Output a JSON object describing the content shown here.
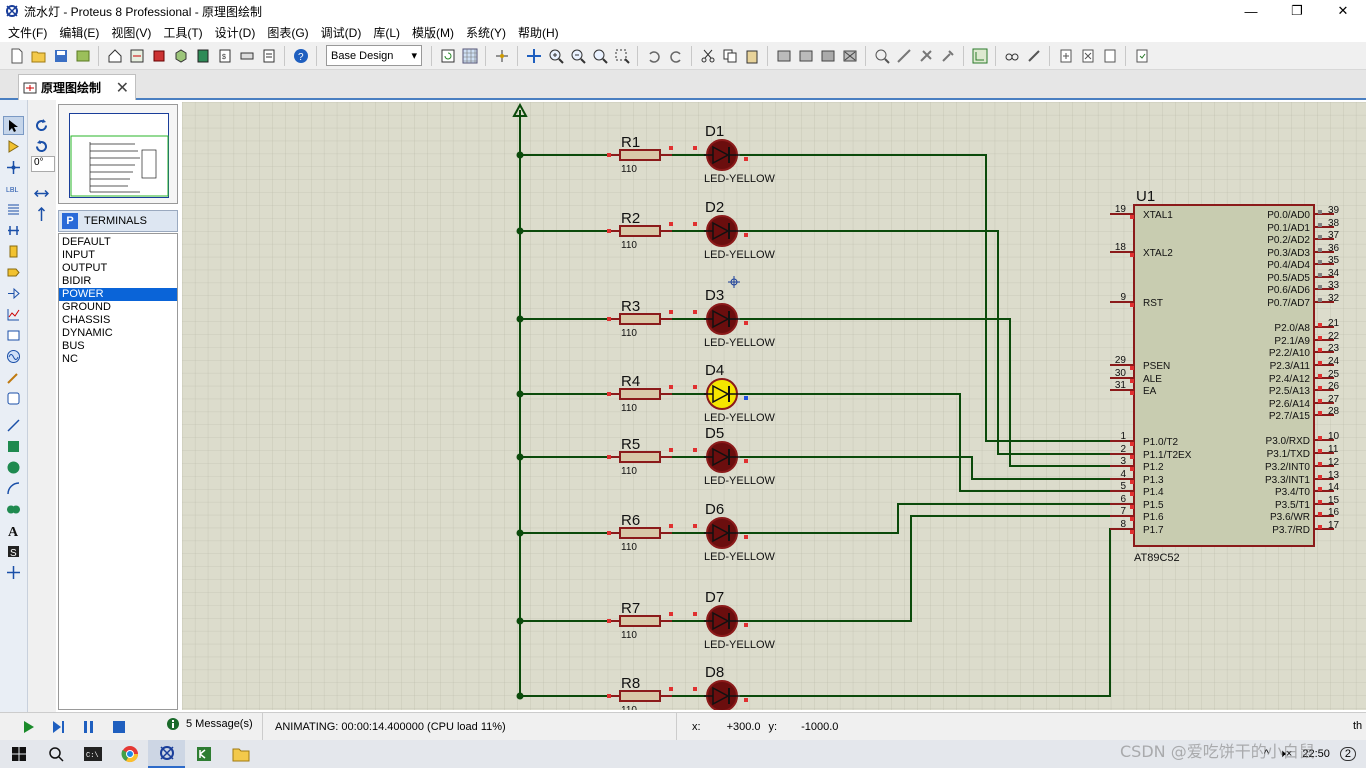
{
  "window": {
    "title": "流水灯 - Proteus 8 Professional - 原理图绘制",
    "minimize": "—",
    "maximize": "❐",
    "close": "✕"
  },
  "menu": [
    "文件(F)",
    "编辑(E)",
    "视图(V)",
    "工具(T)",
    "设计(D)",
    "图表(G)",
    "调试(D)",
    "库(L)",
    "模版(M)",
    "系统(Y)",
    "帮助(H)"
  ],
  "toolbar": {
    "design_select": "Base Design",
    "icons": [
      "new-file-icon",
      "open-folder-icon",
      "save-icon",
      "import-icon",
      "home-icon",
      "schematic-icon",
      "pcb-icon",
      "3d-icon",
      "gerber-icon",
      "bom-icon",
      "notes-icon",
      "help-icon"
    ]
  },
  "tab": {
    "label": "原理图绘制",
    "close": "✕"
  },
  "left_panel": {
    "angle": "0°",
    "terminals_title": "TERMINALS",
    "terminals_p": "P",
    "terminals": [
      "DEFAULT",
      "INPUT",
      "OUTPUT",
      "BIDIR",
      "POWER",
      "GROUND",
      "CHASSIS",
      "DYNAMIC",
      "BUS",
      "NC"
    ],
    "selected_terminal": "POWER"
  },
  "schematic": {
    "resistor_value": "110",
    "led_type": "LED-YELLOW",
    "rows": [
      {
        "r": "R1",
        "d": "D1",
        "lit": false
      },
      {
        "r": "R2",
        "d": "D2",
        "lit": false
      },
      {
        "r": "R3",
        "d": "D3",
        "lit": false
      },
      {
        "r": "R4",
        "d": "D4",
        "lit": true
      },
      {
        "r": "R5",
        "d": "D5",
        "lit": false
      },
      {
        "r": "R6",
        "d": "D6",
        "lit": false
      },
      {
        "r": "R7",
        "d": "D7",
        "lit": false
      },
      {
        "r": "R8",
        "d": "D8",
        "lit": false
      }
    ],
    "chip": {
      "ref": "U1",
      "part": "AT89C52",
      "left_pins": [
        {
          "num": "19",
          "name": "XTAL1"
        },
        {
          "num": "18",
          "name": "XTAL2"
        },
        {
          "num": "9",
          "name": "RST"
        },
        {
          "num": "29",
          "name": "PSEN"
        },
        {
          "num": "30",
          "name": "ALE"
        },
        {
          "num": "31",
          "name": "EA"
        },
        {
          "num": "1",
          "name": "P1.0/T2"
        },
        {
          "num": "2",
          "name": "P1.1/T2EX"
        },
        {
          "num": "3",
          "name": "P1.2"
        },
        {
          "num": "4",
          "name": "P1.3"
        },
        {
          "num": "5",
          "name": "P1.4"
        },
        {
          "num": "6",
          "name": "P1.5"
        },
        {
          "num": "7",
          "name": "P1.6"
        },
        {
          "num": "8",
          "name": "P1.7"
        }
      ],
      "right_pins": [
        {
          "num": "39",
          "name": "P0.0/AD0"
        },
        {
          "num": "38",
          "name": "P0.1/AD1"
        },
        {
          "num": "37",
          "name": "P0.2/AD2"
        },
        {
          "num": "36",
          "name": "P0.3/AD3"
        },
        {
          "num": "35",
          "name": "P0.4/AD4"
        },
        {
          "num": "34",
          "name": "P0.5/AD5"
        },
        {
          "num": "33",
          "name": "P0.6/AD6"
        },
        {
          "num": "32",
          "name": "P0.7/AD7"
        },
        {
          "num": "21",
          "name": "P2.0/A8"
        },
        {
          "num": "22",
          "name": "P2.1/A9"
        },
        {
          "num": "23",
          "name": "P2.2/A10"
        },
        {
          "num": "24",
          "name": "P2.3/A11"
        },
        {
          "num": "25",
          "name": "P2.4/A12"
        },
        {
          "num": "26",
          "name": "P2.5/A13"
        },
        {
          "num": "27",
          "name": "P2.6/A14"
        },
        {
          "num": "28",
          "name": "P2.7/A15"
        },
        {
          "num": "10",
          "name": "P3.0/RXD"
        },
        {
          "num": "11",
          "name": "P3.1/TXD"
        },
        {
          "num": "12",
          "name": "P3.2/INT0"
        },
        {
          "num": "13",
          "name": "P3.3/INT1"
        },
        {
          "num": "14",
          "name": "P3.4/T0"
        },
        {
          "num": "15",
          "name": "P3.5/T1"
        },
        {
          "num": "16",
          "name": "P3.6/WR"
        },
        {
          "num": "17",
          "name": "P3.7/RD"
        }
      ]
    }
  },
  "status": {
    "messages": "5 Message(s)",
    "animating": "ANIMATING: 00:00:14.400000 (CPU load 11%)",
    "x_label": "x:",
    "x_value": "+300.0",
    "y_label": "y:",
    "y_value": "-1000.0",
    "unit": "th"
  },
  "taskbar": {
    "time": "22:50",
    "notifications": "2",
    "watermark": "CSDN @爱吃饼干的小白鼠"
  },
  "colors": {
    "wire": "#0b4a0b",
    "component": "#8b1a1a",
    "grid_bg": "#dcdccc",
    "led_on": "#f5e600",
    "chip_fill": "#c8ccb0"
  }
}
